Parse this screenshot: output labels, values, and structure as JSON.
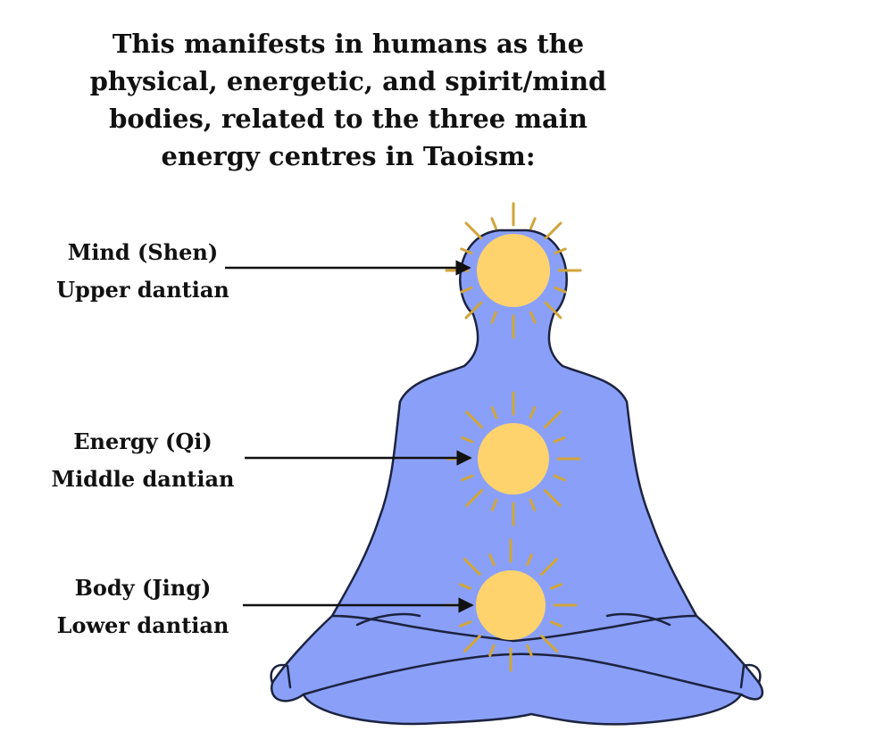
{
  "title": "This manifests in humans as the\nphysical, energetic, and spirit/mind\nbodies, related to the three main\nenergy centres in Taoism:",
  "centres": [
    {
      "name": "Mind (Shen)",
      "location": "Upper dantian"
    },
    {
      "name": "Energy (Qi)",
      "location": "Middle dantian"
    },
    {
      "name": "Body (Jing)",
      "location": "Lower dantian"
    }
  ],
  "colors": {
    "body_fill": "#8aa0f8",
    "body_outline": "#1c2340",
    "sun_fill": "#fed36d",
    "ray": "#d0a53a",
    "arrow": "#111111",
    "text": "#111111"
  },
  "icons": [
    "meditating-figure-icon",
    "sun-icon",
    "arrow-icon"
  ]
}
